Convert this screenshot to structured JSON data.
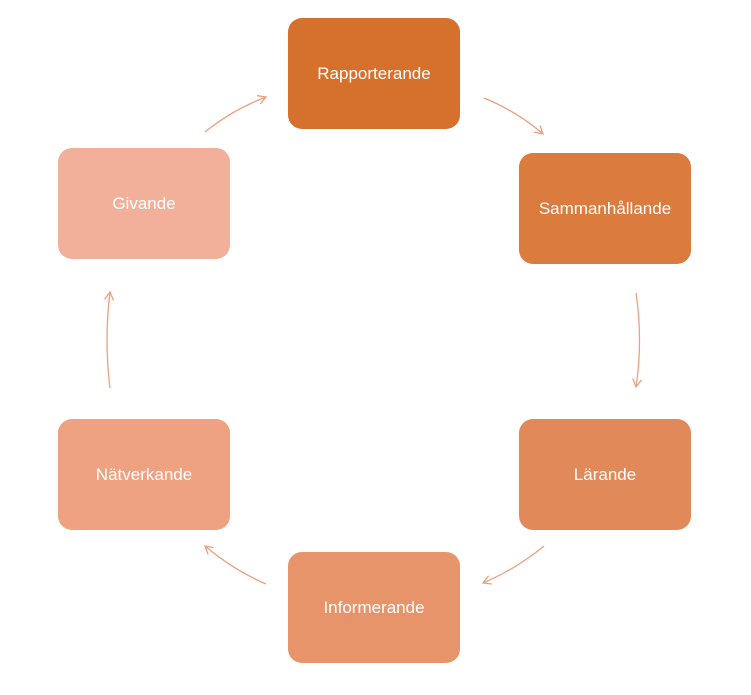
{
  "diagram": {
    "nodes": [
      {
        "label": "Rapporterande",
        "color": "#D5702D"
      },
      {
        "label": "Sammanhållande",
        "color": "#DB7B3E"
      },
      {
        "label": "Lärande",
        "color": "#E2895A"
      },
      {
        "label": "Informerande",
        "color": "#E8946B"
      },
      {
        "label": "Nätverkande",
        "color": "#EEA282"
      },
      {
        "label": "Givande",
        "color": "#F2B09B"
      }
    ],
    "arrow_color": "#EBA07E",
    "flow": "clockwise cycle"
  }
}
